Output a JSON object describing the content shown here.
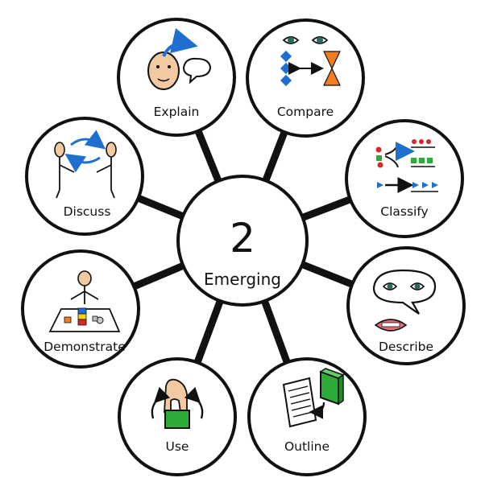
{
  "center": {
    "number": "2",
    "label": "Emerging"
  },
  "nodes": [
    {
      "label": "Explain",
      "icon": "explain-face-speech-icon"
    },
    {
      "label": "Compare",
      "icon": "compare-eyes-shapes-icon"
    },
    {
      "label": "Classify",
      "icon": "classify-sorting-icon"
    },
    {
      "label": "Describe",
      "icon": "describe-eyes-mouth-icon"
    },
    {
      "label": "Outline",
      "icon": "outline-document-book-icon"
    },
    {
      "label": "Use",
      "icon": "use-hand-block-icon"
    },
    {
      "label": "Demonstrate",
      "icon": "demonstrate-person-blocks-icon"
    },
    {
      "label": "Discuss",
      "icon": "discuss-two-people-icon"
    }
  ],
  "colors": {
    "outline": "#111111",
    "blue": "#1e6fd0",
    "orange": "#f07d1e",
    "green": "#2eac3a",
    "red": "#d62828",
    "skin": "#f2c9a0",
    "yellow": "#f5d20a"
  }
}
